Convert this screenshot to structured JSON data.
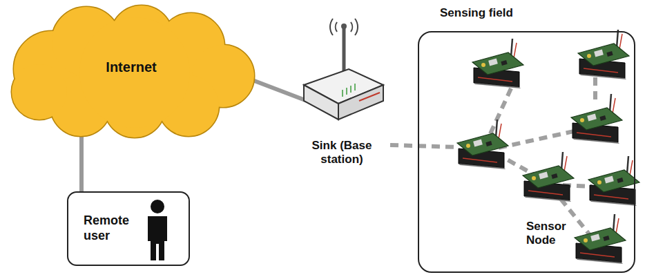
{
  "diagram": {
    "nodes": [
      {
        "text": [
          "Internet"
        ]
      },
      {
        "text": [
          "Remote user"
        ]
      },
      {
        "text": [
          "Sink (Base station)"
        ]
      },
      {
        "text": [
          "Sensing field"
        ]
      }
    ],
    "edges": [
      {
        "from": 0,
        "to": 1,
        "arrow": "none"
      },
      {
        "from": 0,
        "to": 2,
        "arrow": "none"
      }
    ],
    "labels": [
      "Sensor Node"
    ]
  }
}
